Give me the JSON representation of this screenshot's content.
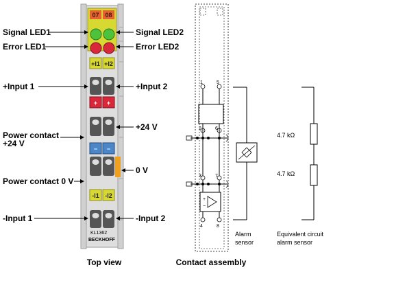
{
  "top_view": {
    "caption": "Top view",
    "channels": [
      "07",
      "08"
    ],
    "input_tags": [
      "+I1",
      "+I2"
    ],
    "input_tags_neg": [
      "-I1",
      "-I2"
    ],
    "plus_signs": [
      "+",
      "+"
    ],
    "minus_signs": [
      "−",
      "−"
    ],
    "model": "KL1362",
    "brand": "BECKHOFF",
    "left_labels": {
      "signal_led1": "Signal LED1",
      "error_led1": "Error LED1",
      "input1_plus": "+Input 1",
      "power_contact_24v_line1": "Power contact",
      "power_contact_24v_line2": "+24 V",
      "power_contact_0v": "Power contact 0 V",
      "input1_minus": "-Input 1"
    },
    "right_labels": {
      "signal_led2": "Signal LED2",
      "error_led2": "Error LED2",
      "input2_plus": "+Input 2",
      "v24": "+24 V",
      "v0": "0 V",
      "input2_minus": "-Input 2"
    },
    "colors": {
      "yellow": "#d8d832",
      "red": "#d8283a",
      "green": "#4fc23c",
      "blue": "#4a86c8",
      "orange": "#f0a020",
      "housing": "#e8e8e8"
    }
  },
  "contact_assembly": {
    "caption": "Contact assembly",
    "pin_numbers": [
      "1",
      "5",
      "2",
      "6",
      "3",
      "7",
      "4",
      "8"
    ],
    "amp_symbol_plus": "+",
    "amp_symbol_minus": "−"
  },
  "alarm_sensor": {
    "label_line1": "Alarm",
    "label_line2": "sensor"
  },
  "equivalent_circuit": {
    "label_line1": "Equivalent circuit",
    "label_line2": "alarm sensor",
    "resistor1": "4.7 kΩ",
    "resistor2": "4.7 kΩ"
  }
}
